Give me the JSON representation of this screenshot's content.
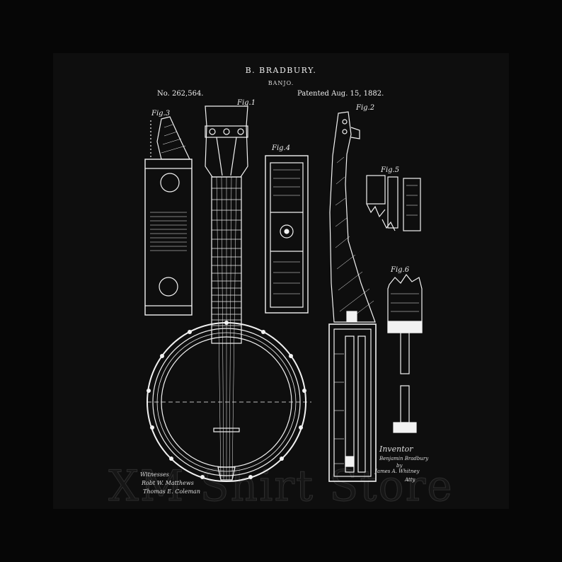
{
  "header": {
    "inventor": "B. BRADBURY.",
    "title": "BANJO.",
    "patent_number": "No. 262,564.",
    "patent_date": "Patented Aug. 15, 1882."
  },
  "figures": {
    "fig1": "Fig.1",
    "fig2": "Fig.2",
    "fig3": "Fig.3",
    "fig4": "Fig.4",
    "fig5": "Fig.5",
    "fig6": "Fig.6"
  },
  "signatures": {
    "witnesses_label": "Witnesses",
    "witness_1": "Robt W. Matthews",
    "witness_2": "Thomas E. Coleman",
    "inventor_label": "Inventor",
    "inventor_name": "Benjamin Bradbury",
    "by_label": "by",
    "attorney_name": "James A. Whitney",
    "attorney_label": "Atty"
  },
  "watermark": "XM Shirt Store",
  "colors": {
    "background": "#0e0e0e",
    "ink": "#f2f2f2"
  }
}
